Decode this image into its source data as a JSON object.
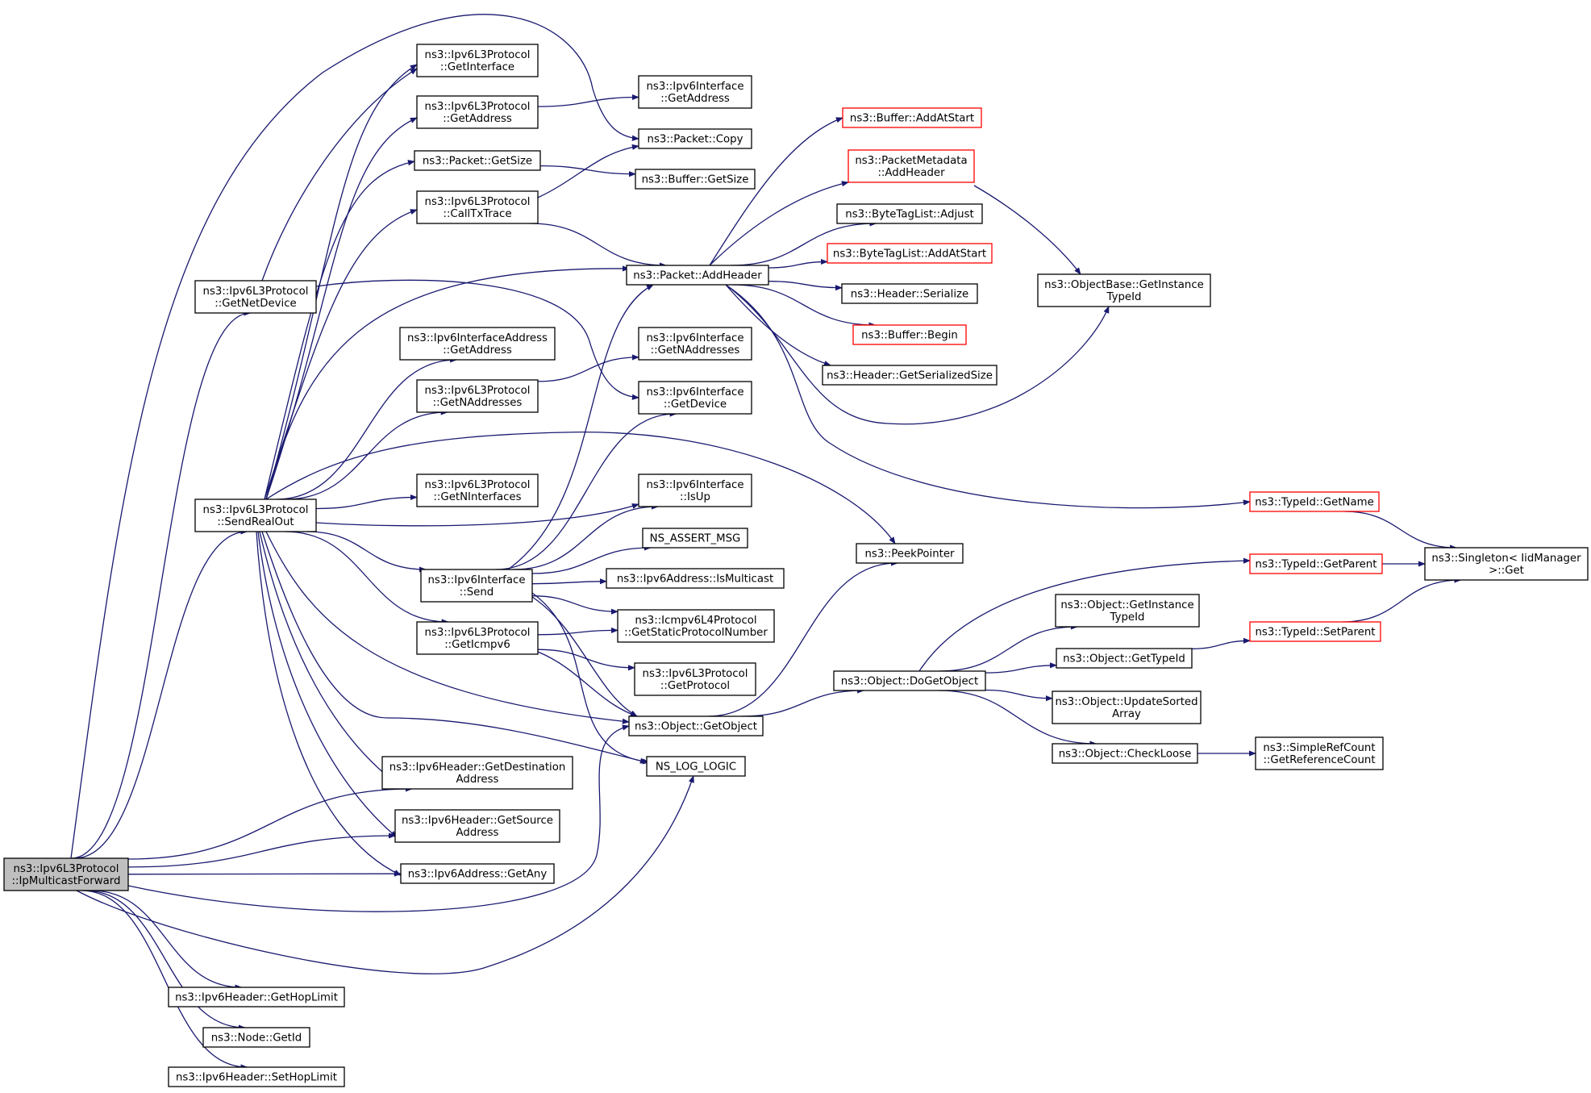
{
  "diagram": {
    "colors": {
      "edge": "#191970",
      "node_border": "#000000",
      "node_border_truncated": "#ff0000",
      "root_fill": "#bfbfbf",
      "background": "#ffffff"
    },
    "nodes": [
      {
        "id": "root",
        "lines": [
          "ns3::Ipv6L3Protocol",
          "::IpMulticastForward"
        ],
        "style": "root"
      },
      {
        "id": "getnetdevice",
        "lines": [
          "ns3::Ipv6L3Protocol",
          "::GetNetDevice"
        ]
      },
      {
        "id": "sendrealout",
        "lines": [
          "ns3::Ipv6L3Protocol",
          "::SendRealOut"
        ]
      },
      {
        "id": "getinterface",
        "lines": [
          "ns3::Ipv6L3Protocol",
          "::GetInterface"
        ]
      },
      {
        "id": "l3getaddress",
        "lines": [
          "ns3::Ipv6L3Protocol",
          "::GetAddress"
        ]
      },
      {
        "id": "packetgetsize",
        "lines": [
          "ns3::Packet::GetSize"
        ]
      },
      {
        "id": "calltxtrace",
        "lines": [
          "ns3::Ipv6L3Protocol",
          "::CallTxTrace"
        ]
      },
      {
        "id": "ifaddrgetaddress",
        "lines": [
          "ns3::Ipv6InterfaceAddress",
          "::GetAddress"
        ]
      },
      {
        "id": "l3getnaddresses",
        "lines": [
          "ns3::Ipv6L3Protocol",
          "::GetNAddresses"
        ]
      },
      {
        "id": "getninterfaces",
        "lines": [
          "ns3::Ipv6L3Protocol",
          "::GetNInterfaces"
        ]
      },
      {
        "id": "ifsend",
        "lines": [
          "ns3::Ipv6Interface",
          "::Send"
        ]
      },
      {
        "id": "geticmpv6",
        "lines": [
          "ns3::Ipv6L3Protocol",
          "::GetIcmpv6"
        ]
      },
      {
        "id": "getdestaddr",
        "lines": [
          "ns3::Ipv6Header::GetDestination",
          "Address"
        ]
      },
      {
        "id": "getsrcaddr",
        "lines": [
          "ns3::Ipv6Header::GetSource",
          "Address"
        ]
      },
      {
        "id": "getany",
        "lines": [
          "ns3::Ipv6Address::GetAny"
        ]
      },
      {
        "id": "gethoplimit",
        "lines": [
          "ns3::Ipv6Header::GetHopLimit"
        ]
      },
      {
        "id": "nodegetid",
        "lines": [
          "ns3::Node::GetId"
        ]
      },
      {
        "id": "sethoplimit",
        "lines": [
          "ns3::Ipv6Header::SetHopLimit"
        ]
      },
      {
        "id": "ifgetaddress",
        "lines": [
          "ns3::Ipv6Interface",
          "::GetAddress"
        ]
      },
      {
        "id": "packetcopy",
        "lines": [
          "ns3::Packet::Copy"
        ]
      },
      {
        "id": "buffergetsize",
        "lines": [
          "ns3::Buffer::GetSize"
        ]
      },
      {
        "id": "addheader",
        "lines": [
          "ns3::Packet::AddHeader"
        ]
      },
      {
        "id": "ifgetnaddresses",
        "lines": [
          "ns3::Ipv6Interface",
          "::GetNAddresses"
        ]
      },
      {
        "id": "ifgetdevice",
        "lines": [
          "ns3::Ipv6Interface",
          "::GetDevice"
        ]
      },
      {
        "id": "ifisup",
        "lines": [
          "ns3::Ipv6Interface",
          "::IsUp"
        ]
      },
      {
        "id": "assertmsg",
        "lines": [
          "NS_ASSERT_MSG"
        ]
      },
      {
        "id": "ismulticast",
        "lines": [
          "ns3::Ipv6Address::IsMulticast"
        ]
      },
      {
        "id": "getstaticproto",
        "lines": [
          "ns3::Icmpv6L4Protocol",
          "::GetStaticProtocolNumber"
        ]
      },
      {
        "id": "l3getprotocol",
        "lines": [
          "ns3::Ipv6L3Protocol",
          "::GetProtocol"
        ]
      },
      {
        "id": "getobject",
        "lines": [
          "ns3::Object::GetObject"
        ]
      },
      {
        "id": "loglogic",
        "lines": [
          "NS_LOG_LOGIC"
        ]
      },
      {
        "id": "bufaddatstart",
        "lines": [
          "ns3::Buffer::AddAtStart"
        ],
        "style": "red"
      },
      {
        "id": "pmaddheader",
        "lines": [
          "ns3::PacketMetadata",
          "::AddHeader"
        ],
        "style": "red"
      },
      {
        "id": "btladjust",
        "lines": [
          "ns3::ByteTagList::Adjust"
        ]
      },
      {
        "id": "btladdatstart",
        "lines": [
          "ns3::ByteTagList::AddAtStart"
        ],
        "style": "red"
      },
      {
        "id": "hdrserialize",
        "lines": [
          "ns3::Header::Serialize"
        ]
      },
      {
        "id": "bufbegin",
        "lines": [
          "ns3::Buffer::Begin"
        ],
        "style": "red"
      },
      {
        "id": "hdrgetsersize",
        "lines": [
          "ns3::Header::GetSerializedSize"
        ]
      },
      {
        "id": "objbasegettid",
        "lines": [
          "ns3::ObjectBase::GetInstance",
          "TypeId"
        ]
      },
      {
        "id": "peekpointer",
        "lines": [
          "ns3::PeekPointer"
        ]
      },
      {
        "id": "dogetobject",
        "lines": [
          "ns3::Object::DoGetObject"
        ]
      },
      {
        "id": "typeidgetname",
        "lines": [
          "ns3::TypeId::GetName"
        ],
        "style": "red"
      },
      {
        "id": "typeidgetparent",
        "lines": [
          "ns3::TypeId::GetParent"
        ],
        "style": "red"
      },
      {
        "id": "objgetinsttid",
        "lines": [
          "ns3::Object::GetInstance",
          "TypeId"
        ]
      },
      {
        "id": "objgettypeid",
        "lines": [
          "ns3::Object::GetTypeId"
        ]
      },
      {
        "id": "typeidsetparent",
        "lines": [
          "ns3::TypeId::SetParent"
        ],
        "style": "red"
      },
      {
        "id": "updatesorted",
        "lines": [
          "ns3::Object::UpdateSorted",
          "Array"
        ]
      },
      {
        "id": "checkloose",
        "lines": [
          "ns3::Object::CheckLoose"
        ]
      },
      {
        "id": "getrefcount",
        "lines": [
          "ns3::SimpleRefCount",
          "::GetReferenceCount"
        ]
      },
      {
        "id": "singletonget",
        "lines": [
          "ns3::Singleton< IidManager",
          " >::Get"
        ]
      }
    ]
  }
}
